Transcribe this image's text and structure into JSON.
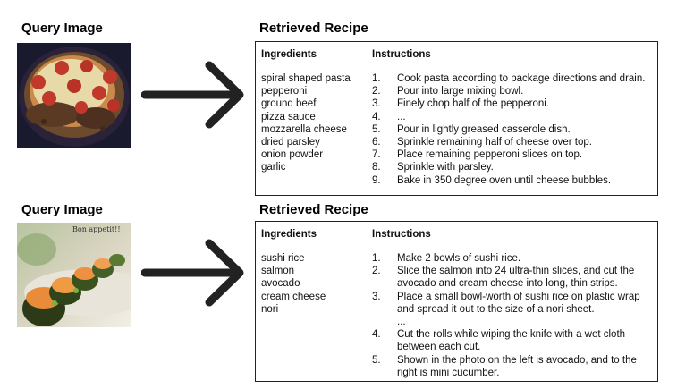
{
  "examples": [
    {
      "query_title": "Query Image",
      "recipe_title": "Retrieved Recipe",
      "ingredients_header": "Ingredients",
      "instructions_header": "Instructions",
      "ingredients": [
        "spiral shaped pasta",
        "pepperoni",
        "ground beef",
        "pizza sauce",
        "mozzarella cheese",
        "dried parsley",
        "onion powder",
        "garlic"
      ],
      "instructions": [
        {
          "num": "1.",
          "text": "Cook pasta according to package directions and drain."
        },
        {
          "num": "2.",
          "text": "Pour into large mixing bowl."
        },
        {
          "num": "3.",
          "text": "Finely chop half of the pepperoni."
        },
        {
          "num": "4.",
          "text": "..."
        },
        {
          "num": "5.",
          "text": "Pour in lightly greased casserole dish."
        },
        {
          "num": "6.",
          "text": "Sprinkle remaining half of cheese over top."
        },
        {
          "num": "7.",
          "text": "Place remaining pepperoni slices on top."
        },
        {
          "num": "8.",
          "text": "Sprinkle with parsley."
        },
        {
          "num": "9.",
          "text": "Bake in 350 degree oven until cheese bubbles."
        }
      ]
    },
    {
      "query_title": "Query Image",
      "recipe_title": "Retrieved Recipe",
      "ingredients_header": "Ingredients",
      "instructions_header": "Instructions",
      "image_caption": "Bon appetit!!",
      "ingredients": [
        "sushi rice",
        "salmon",
        "avocado",
        "cream cheese",
        "nori"
      ],
      "instructions": [
        {
          "num": "1.",
          "text": "Make 2 bowls of sushi rice."
        },
        {
          "num": "2.",
          "text": "Slice the salmon into 24 ultra-thin slices, and cut the avocado and cream cheese into long, thin strips."
        },
        {
          "num": "3.",
          "text": "Place a small bowl-worth of sushi rice on plastic wrap and spread it out to the size of a nori sheet."
        },
        {
          "num": "",
          "text": "..."
        },
        {
          "num": "4.",
          "text": "Cut the rolls while wiping the knife with a wet cloth between each cut."
        },
        {
          "num": "5.",
          "text": "Shown in the photo on the left is avocado, and to the right is mini cucumber."
        }
      ]
    }
  ]
}
